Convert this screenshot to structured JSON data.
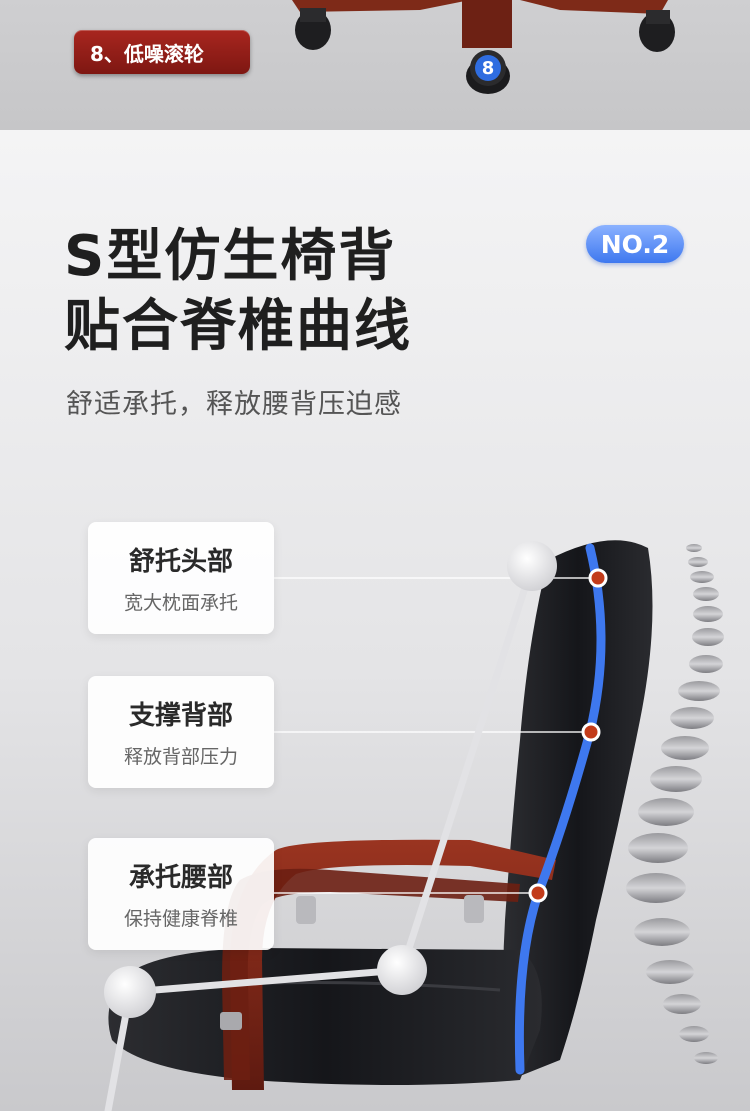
{
  "top_section": {
    "feature_tag": "8、低噪滚轮",
    "caster_badge_number": "8"
  },
  "headline": {
    "line1": "S型仿生椅背",
    "line2": "贴合脊椎曲线"
  },
  "section_badge": "NO.2",
  "subtitle": "舒适承托，释放腰背压迫感",
  "callouts": [
    {
      "title": "舒托头部",
      "desc": "宽大枕面承托"
    },
    {
      "title": "支撑背部",
      "desc": "释放背部压力"
    },
    {
      "title": "承托腰部",
      "desc": "保持健康脊椎"
    }
  ],
  "colors": {
    "tag_red": "#8e1d17",
    "accent_blue": "#3e78ef",
    "spine_dot": "#c23b1a",
    "leather": "#1d1e21",
    "wood": "#7a1f14"
  }
}
